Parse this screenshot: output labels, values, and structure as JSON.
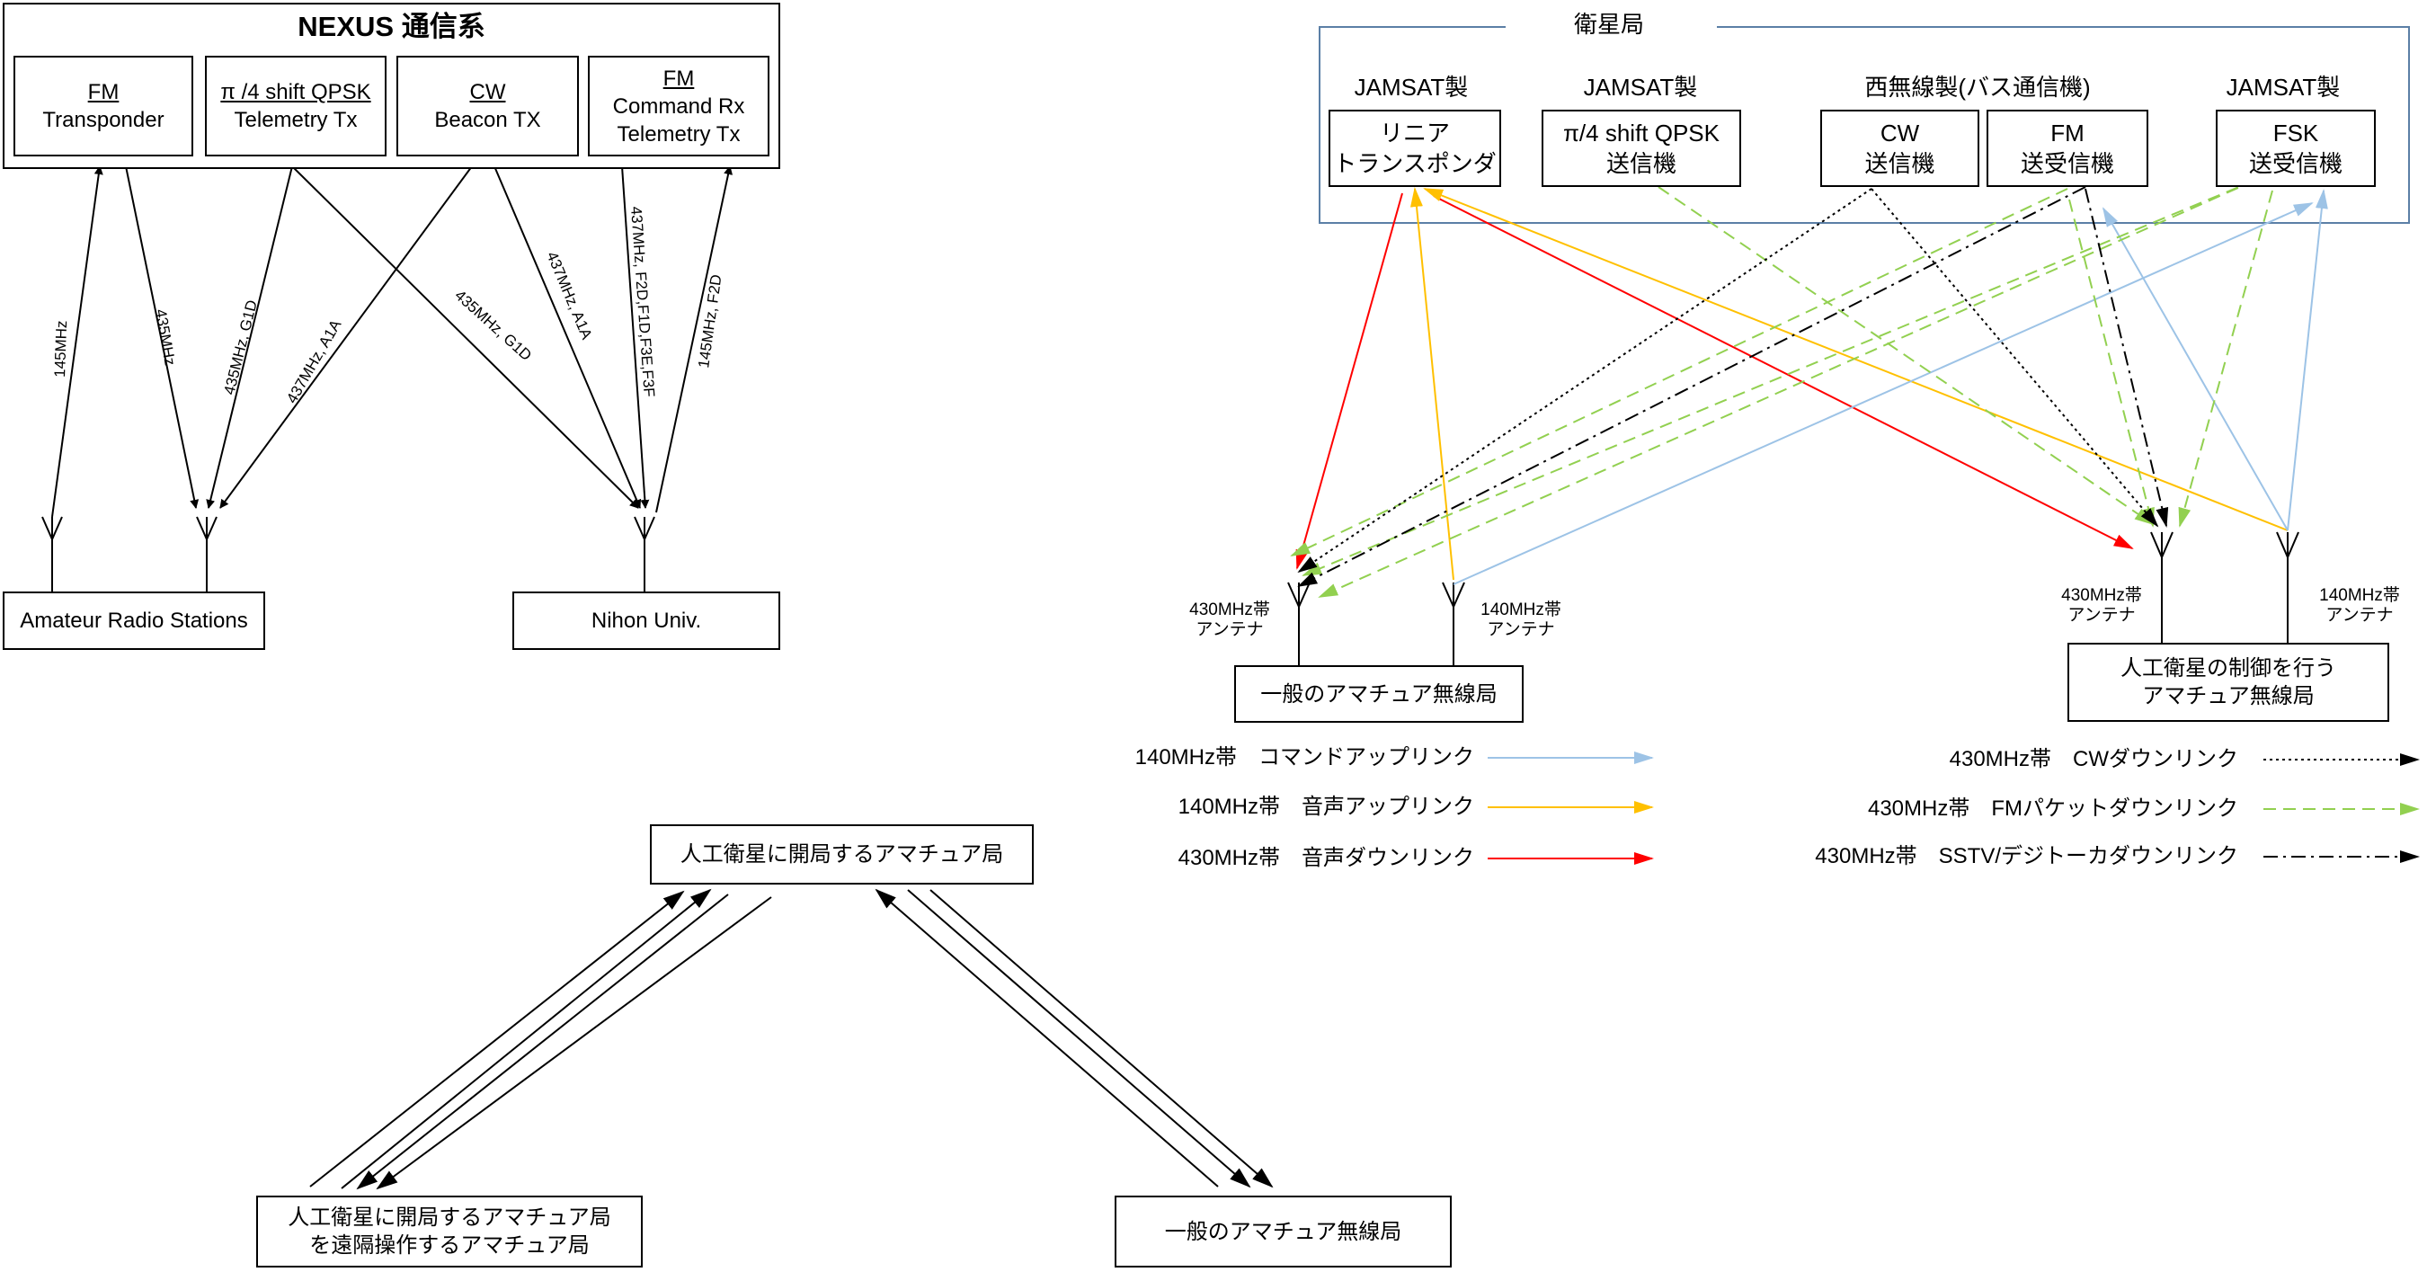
{
  "nexus": {
    "title": "NEXUS 通信系",
    "modules": [
      {
        "mode": "FM",
        "name": "Transponder"
      },
      {
        "mode": "π /4 shift QPSK",
        "name": "Telemetry Tx"
      },
      {
        "mode": "CW",
        "name": "Beacon TX"
      },
      {
        "mode": "FM",
        "name": "Command Rx",
        "name2": "Telemetry Tx"
      }
    ],
    "ground": [
      "Amateur Radio Stations",
      "Nihon Univ."
    ],
    "links": [
      "145MHz",
      "435MHz",
      "435MHz, G1D",
      "437MHz, A1A",
      "435MHz, G1D",
      "437MHz, A1A",
      "437MHz, F2D,F1D,F3E,F3F",
      "145MHz, F2D"
    ]
  },
  "satellite": {
    "title": "衛星局",
    "groups": [
      "JAMSAT製",
      "JAMSAT製",
      "西無線製(バス通信機)",
      "JAMSAT製"
    ],
    "devices": [
      {
        "line1": "リニア",
        "line2": "トランスポンダ"
      },
      {
        "line1": "π/4 shift QPSK",
        "line2": "送信機"
      },
      {
        "line1": "CW",
        "line2": "送信機"
      },
      {
        "line1": "FM",
        "line2": "送受信機"
      },
      {
        "line1": "FSK",
        "line2": "送受信機"
      }
    ],
    "antennas": [
      {
        "l1": "430MHz帯",
        "l2": "アンテナ"
      },
      {
        "l1": "140MHz帯",
        "l2": "アンテナ"
      },
      {
        "l1": "430MHz帯",
        "l2": "アンテナ"
      },
      {
        "l1": "140MHz帯",
        "l2": "アンテナ"
      }
    ],
    "ground_general": "一般のアマチュア無線局",
    "ground_control": {
      "line1": "人工衛星の制御を行う",
      "line2": "アマチュア無線局"
    }
  },
  "legend": {
    "left": [
      {
        "label": "140MHz帯　コマンドアップリンク",
        "color": "#9DC3E6",
        "style": "solid"
      },
      {
        "label": "140MHz帯　音声アップリンク",
        "color": "#FFC000",
        "style": "solid"
      },
      {
        "label": "430MHz帯　音声ダウンリンク",
        "color": "#FF0000",
        "style": "solid"
      }
    ],
    "right": [
      {
        "label": "430MHz帯　CWダウンリンク",
        "color": "#000000",
        "style": "dotted"
      },
      {
        "label": "430MHz帯　FMパケットダウンリンク",
        "color": "#92D050",
        "style": "dashed"
      },
      {
        "label": "430MHz帯　SSTV/デジトーカダウンリンク",
        "color": "#000000",
        "style": "dashdot"
      }
    ]
  },
  "stations": {
    "top": "人工衛星に開局するアマチュア局",
    "remote": {
      "line1": "人工衛星に開局するアマチュア局",
      "line2": "を遠隔操作するアマチュア局"
    },
    "general": "一般のアマチュア無線局"
  }
}
